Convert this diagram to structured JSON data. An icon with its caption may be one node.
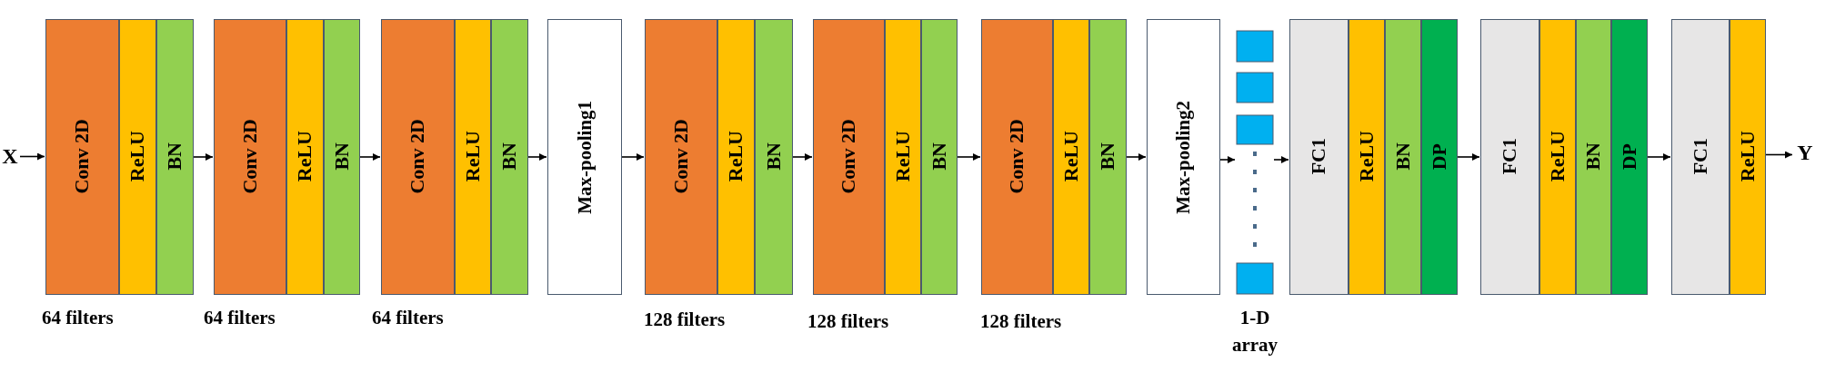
{
  "diagram": {
    "nodes": [
      {
        "text": [
          "X"
        ]
      },
      {
        "text": [],
        "shape": "box",
        "beside": [
          "64 filters"
        ]
      },
      {
        "text": [
          "Conv 2D"
        ],
        "in": 1
      },
      {
        "text": [
          "ReLU"
        ],
        "in": 1
      },
      {
        "text": [
          "BN"
        ],
        "in": 1
      },
      {
        "text": [],
        "shape": "box",
        "beside": [
          "64 filters"
        ]
      },
      {
        "text": [
          "Conv 2D"
        ],
        "in": 5
      },
      {
        "text": [
          "ReLU"
        ],
        "in": 5
      },
      {
        "text": [
          "BN"
        ],
        "in": 5
      },
      {
        "text": [],
        "shape": "box",
        "beside": [
          "64 filters"
        ]
      },
      {
        "text": [
          "Conv 2D"
        ],
        "in": 9
      },
      {
        "text": [
          "ReLU"
        ],
        "in": 9
      },
      {
        "text": [
          "BN"
        ],
        "in": 9
      },
      {
        "text": [
          "Max-pooling1"
        ]
      },
      {
        "text": [],
        "shape": "box",
        "beside": [
          "128 filters"
        ]
      },
      {
        "text": [
          "Conv 2D"
        ],
        "in": 14
      },
      {
        "text": [
          "ReLU"
        ],
        "in": 14
      },
      {
        "text": [
          "BN"
        ],
        "in": 14
      },
      {
        "text": [],
        "shape": "box",
        "beside": [
          "128 filters"
        ]
      },
      {
        "text": [
          "Conv 2D"
        ],
        "in": 18
      },
      {
        "text": [
          "ReLU"
        ],
        "in": 18
      },
      {
        "text": [
          "BN"
        ],
        "in": 18
      },
      {
        "text": [],
        "shape": "box",
        "beside": [
          "128 filters"
        ]
      },
      {
        "text": [
          "Conv 2D"
        ],
        "in": 22
      },
      {
        "text": [
          "ReLU"
        ],
        "in": 22
      },
      {
        "text": [
          "BN"
        ],
        "in": 22
      },
      {
        "text": [
          "Max-pooling2"
        ]
      },
      {
        "text": [],
        "shape": "box",
        "beside": [
          "1-D array"
        ]
      },
      {
        "text": [],
        "shape": "box"
      },
      {
        "text": [
          "FC1"
        ],
        "in": 28
      },
      {
        "text": [
          "ReLU"
        ],
        "in": 28
      },
      {
        "text": [
          "BN"
        ],
        "in": 28
      },
      {
        "text": [
          "DP"
        ],
        "in": 28
      },
      {
        "text": [],
        "shape": "box"
      },
      {
        "text": [
          "FC1"
        ],
        "in": 33
      },
      {
        "text": [
          "ReLU"
        ],
        "in": 33
      },
      {
        "text": [
          "BN"
        ],
        "in": 33
      },
      {
        "text": [
          "DP"
        ],
        "in": 33
      },
      {
        "text": [],
        "shape": "box"
      },
      {
        "text": [
          "FC1"
        ],
        "in": 38
      },
      {
        "text": [
          "ReLU"
        ],
        "in": 38
      },
      {
        "text": [
          "Y"
        ]
      }
    ],
    "edges": [
      {
        "from": 0,
        "to": 1,
        "arrow": "to"
      },
      {
        "from": 1,
        "to": 5,
        "arrow": "to"
      },
      {
        "from": 5,
        "to": 9,
        "arrow": "to"
      },
      {
        "from": 9,
        "to": 13,
        "arrow": "to"
      },
      {
        "from": 13,
        "to": 14,
        "arrow": "to"
      },
      {
        "from": 14,
        "to": 18,
        "arrow": "to"
      },
      {
        "from": 18,
        "to": 22,
        "arrow": "to"
      },
      {
        "from": 22,
        "to": 26,
        "arrow": "to"
      },
      {
        "from": 26,
        "to": 27,
        "arrow": "to"
      },
      {
        "from": 27,
        "to": 28,
        "arrow": "to"
      },
      {
        "from": 28,
        "to": 33,
        "arrow": "to"
      },
      {
        "from": 33,
        "to": 38,
        "arrow": "to"
      },
      {
        "from": 38,
        "to": 41,
        "arrow": "to"
      }
    ]
  }
}
